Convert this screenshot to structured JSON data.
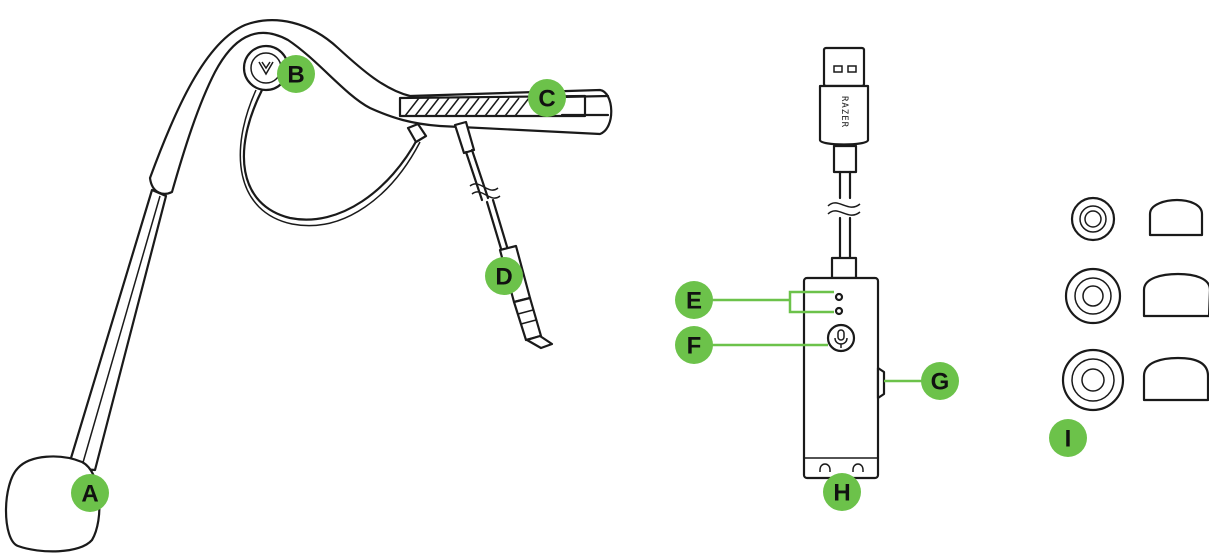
{
  "labels": {
    "a": "A",
    "b": "B",
    "c": "C",
    "d": "D",
    "e": "E",
    "f": "F",
    "g": "G",
    "h": "H",
    "i": "I"
  },
  "dongle": {
    "brand_text": "RAZER"
  },
  "colors": {
    "badge": "#6cc24a",
    "line": "#1a1a1a",
    "background": "#ffffff"
  },
  "icons": {
    "dongle_button": "microphone-icon",
    "jacks": "headphone-icon"
  }
}
